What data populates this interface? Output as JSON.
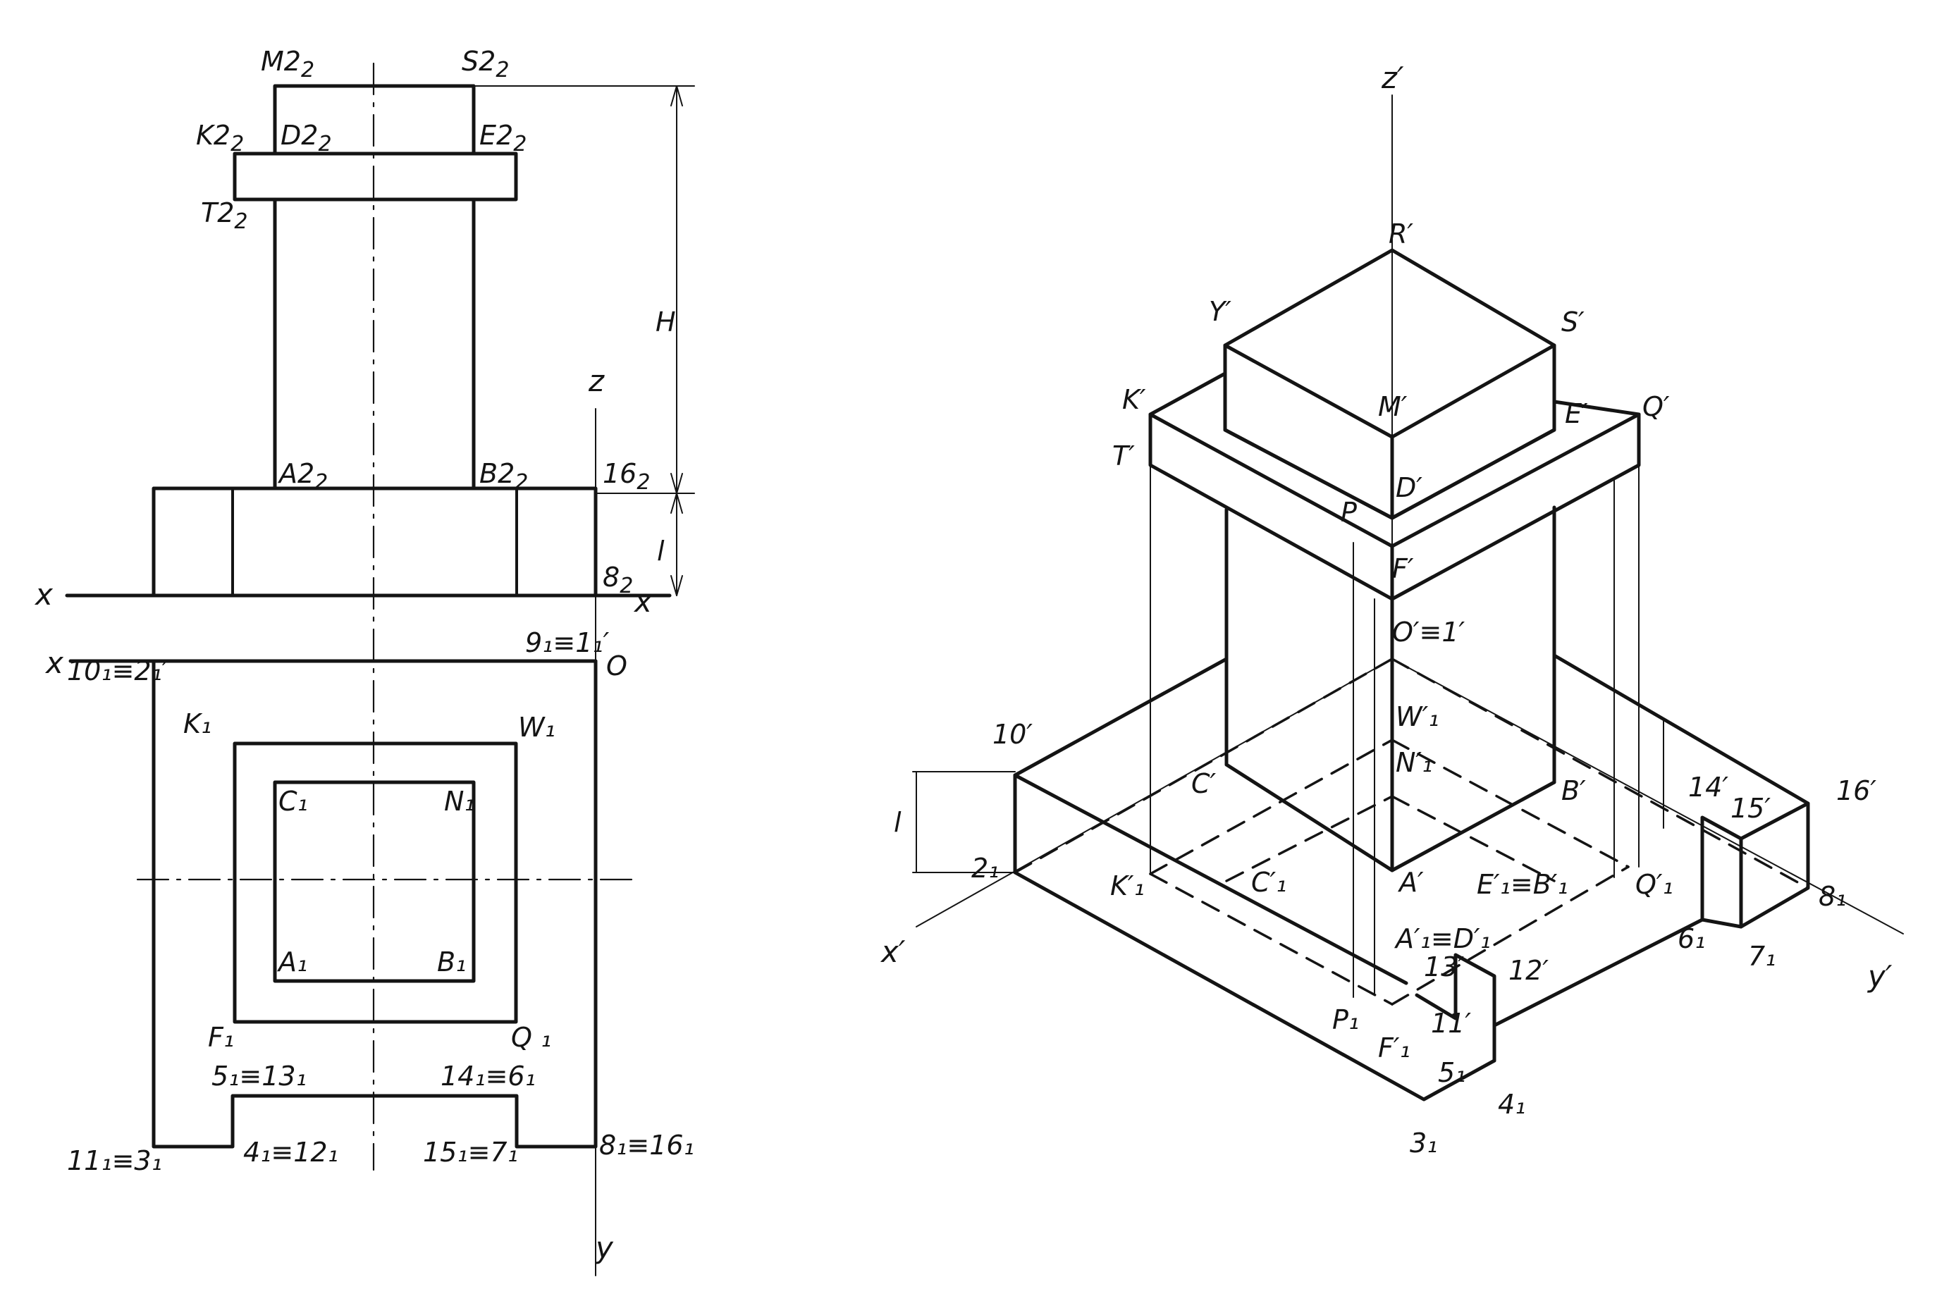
{
  "front_view": {
    "points": [
      "M2",
      "S2",
      "K2",
      "D2",
      "E2",
      "T2",
      "A2",
      "B2",
      "16",
      "8"
    ],
    "sub2": "2",
    "axis_x_left": "x",
    "axis_x_right": "x",
    "axis_z": "z",
    "dim_H": "H",
    "dim_l": "l"
  },
  "top_view": {
    "label_x": "x",
    "label_y": "y",
    "label_O": "O",
    "label_10_21": "10₁≡2₁′",
    "label_9_1": "9₁≡1₁′",
    "label_K1": "K₁",
    "label_W1": "W₁",
    "label_C1": "C₁",
    "label_N1": "N₁",
    "label_A1": "A₁",
    "label_B1": "B₁",
    "label_F1": "F₁",
    "label_Q1": "Q ₁",
    "label_5_13": "5₁≡13₁",
    "label_14_6": "14₁≡6₁",
    "label_11_3": "11₁≡3₁",
    "label_4_12": "4₁≡12₁",
    "label_15_7": "15₁≡7₁",
    "label_8_16": "8₁≡16₁"
  },
  "axonometric": {
    "z": "z′",
    "x": "x′",
    "y": "y′",
    "R": "R′",
    "Y": "Y′",
    "S": "S′",
    "K": "K′",
    "M": "M′",
    "E": "E′",
    "Q": "Q′",
    "T": "T′",
    "D": "D′",
    "P": "P",
    "F": "F′",
    "O1": "O′≡1′",
    "W1": "W′₁",
    "N1": "N′₁",
    "p10": "10′",
    "C": "C′",
    "B": "B′",
    "p14": "14′",
    "p15": "15′",
    "p16": "16′",
    "l": "l",
    "p2": "2₁",
    "K1": "K′₁",
    "C1": "C′₁",
    "A": "A′",
    "E1B1": "E′₁≡B′₁",
    "Q1": "Q′₁",
    "p8": "8₁",
    "A1D1": "A′₁≡D′₁",
    "p13": "13′",
    "p12": "12′",
    "p6": "6₁",
    "p7": "7₁",
    "P1": "P₁",
    "F1": "F′₁",
    "p11": "11′",
    "p5": "5₁",
    "p4": "4₁",
    "p3": "3₁"
  }
}
